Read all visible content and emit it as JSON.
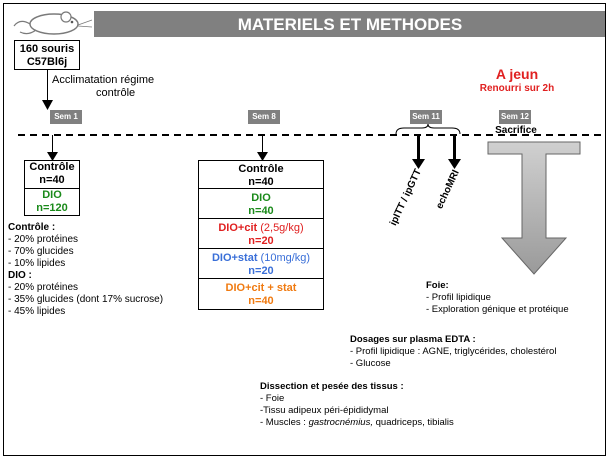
{
  "title": "MATERIELS ET METHODES",
  "mice": {
    "line1": "160 souris",
    "line2": "C57Bl6j"
  },
  "acclimation": {
    "line1": "Acclimatation régime",
    "line2": "contrôle"
  },
  "fasting": {
    "title": "A jeun",
    "subtitle": "Renourri sur 2h"
  },
  "weeks": {
    "w1": "Sem 1",
    "w8": "Sem 8",
    "w11": "Sem 11",
    "w12": "Sem 12"
  },
  "sacrifice": "Sacrifice",
  "tests": {
    "ipitt": "ipITT / ipGTT",
    "echomri": "echoMRI"
  },
  "groups1": [
    {
      "label": "Contrôle",
      "n": "n=40"
    },
    {
      "label": "DIO",
      "n": "n=120"
    }
  ],
  "groups8": {
    "control": {
      "label": "Contrôle",
      "n": "n=40"
    },
    "dio": {
      "label": "DIO",
      "n": "n=40"
    },
    "cit": {
      "label": "DIO+cit",
      "dose": " (2,5g/kg)",
      "n": "n=20"
    },
    "stat": {
      "label": "DIO+stat",
      "dose": " (10mg/kg)",
      "n": "n=20"
    },
    "citstat": {
      "label": "DIO+cit + stat",
      "n": "n=40"
    }
  },
  "diets": {
    "control_title": "Contrôle :",
    "control_items": [
      "- 20% protéines",
      "- 70% glucides",
      "- 10% lipides"
    ],
    "dio_title": "DIO :",
    "dio_items": [
      "- 20% protéines",
      "- 35% glucides (dont 17% sucrose)",
      "- 45% lipides"
    ]
  },
  "liver": {
    "title": "Foie:",
    "items": [
      "- Profil lipidique",
      "- Exploration génique et protéique"
    ]
  },
  "plasma": {
    "title": "Dosages sur plasma EDTA :",
    "items": [
      "- Profil lipidique : AGNE, triglycérides, cholestérol",
      "- Glucose"
    ]
  },
  "dissection": {
    "title": "Dissection et pesée des tissus :",
    "item1": "- Foie",
    "item2": "-Tissu adipeux péri-épididymal",
    "item3_prefix": "- Muscles : ",
    "item3_italic": "gastrocnémius,",
    "item3_suffix": " quadriceps, tibialis"
  },
  "colors": {
    "banner": "#808080",
    "dio_green": "#1a8a1a",
    "cit_red": "#e02020",
    "stat_blue": "#3a6fd8",
    "citstat_orange": "#f07a10",
    "fasting_red": "#e02020"
  },
  "icons": {
    "logo": "mouse-icon"
  }
}
